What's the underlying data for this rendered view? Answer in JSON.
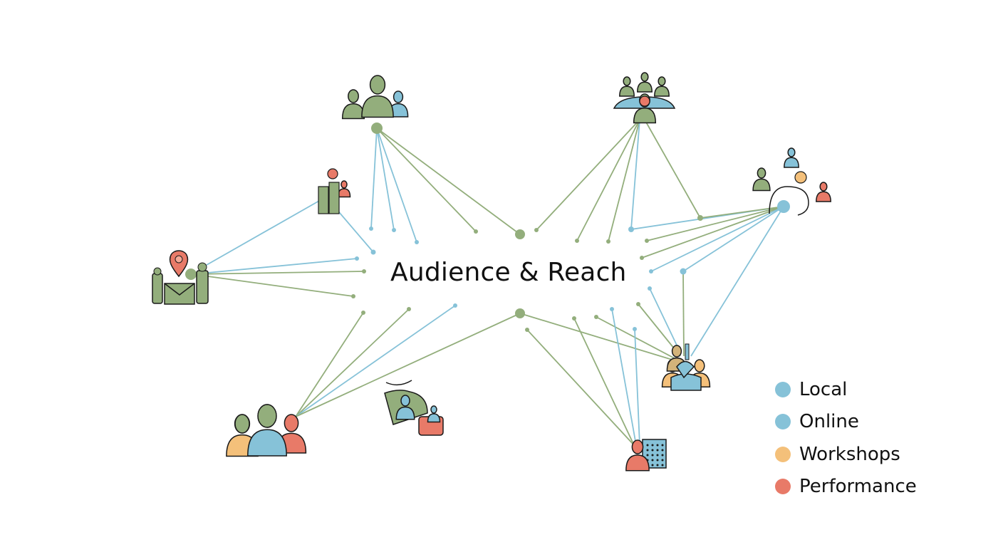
{
  "title": "Audience & Reach",
  "colors": {
    "local": "#86c2d8",
    "online": "#86c2d8",
    "workshops": "#f4c07a",
    "performance": "#e87a68",
    "network": "#93ae7c",
    "outline": "#1a1a1a"
  },
  "legend": [
    {
      "label": "Local",
      "color": "#86c2d8"
    },
    {
      "label": "Online",
      "color": "#86c2d8"
    },
    {
      "label": "Workshops",
      "color": "#f4c07a"
    },
    {
      "label": "Performance",
      "color": "#e87a68"
    }
  ],
  "icons": [
    "group-icon",
    "meeting-icon",
    "community-icon",
    "people-icon",
    "mail-location-icon",
    "crowd-icon",
    "video-call-icon",
    "calendar-person-icon",
    "pointing-group-icon"
  ]
}
